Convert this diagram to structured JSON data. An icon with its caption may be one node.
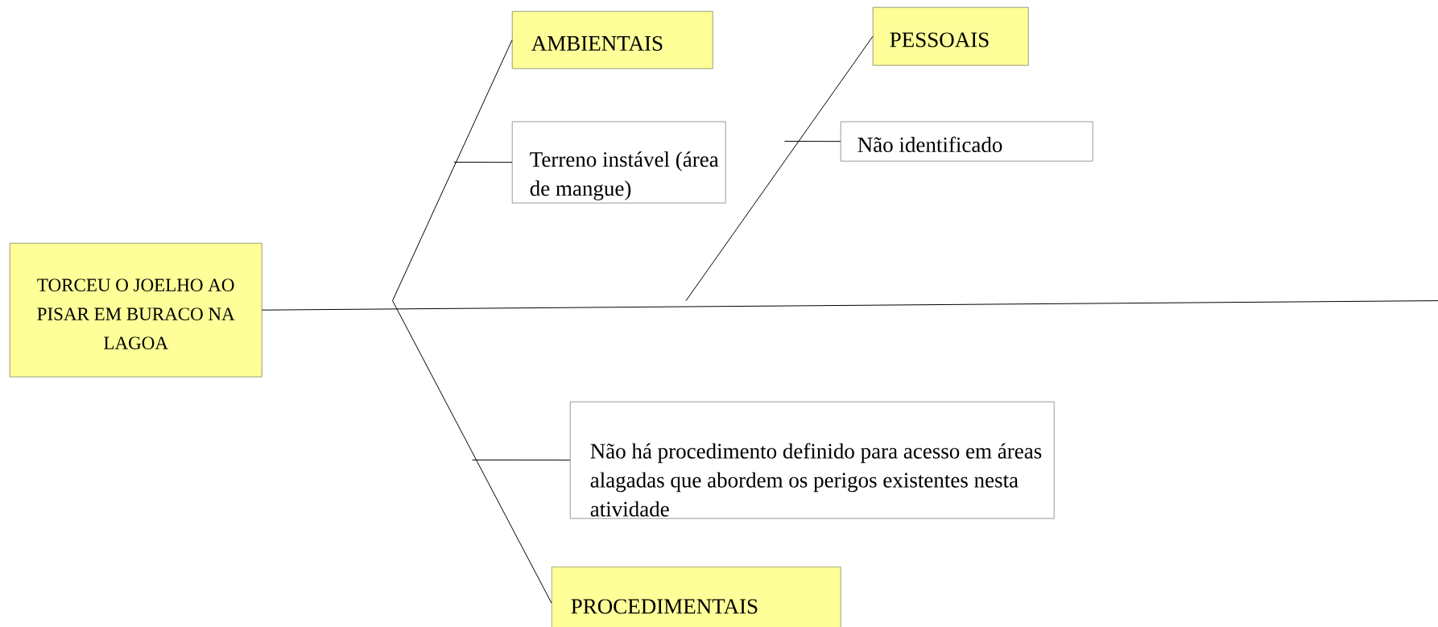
{
  "diagram": {
    "nodes": [
      {
        "text": [
          "TORCEU O JOELHO AO PISAR EM BURACO NA LAGOA"
        ]
      },
      {
        "text": [
          "AMBIENTAIS"
        ]
      },
      {
        "text": [
          "Terreno instável (área de mangue)"
        ]
      },
      {
        "text": [
          "PESSOAIS"
        ]
      },
      {
        "text": [
          "Não identificado"
        ]
      },
      {
        "text": [
          "Não há procedimento definido para acesso em áreas alagadas que abordem os perigos existentes nesta atividade"
        ]
      },
      {
        "text": [
          "PROCEDIMENTAIS"
        ]
      }
    ],
    "edges": [
      {
        "from": 0,
        "to": null,
        "arrow": "none"
      },
      {
        "from": null,
        "to": 1,
        "arrow": "none"
      },
      {
        "from": null,
        "to": 2,
        "arrow": "none"
      },
      {
        "from": null,
        "to": 3,
        "arrow": "none"
      },
      {
        "from": null,
        "to": 4,
        "arrow": "none"
      },
      {
        "from": null,
        "to": 5,
        "arrow": "none"
      },
      {
        "from": null,
        "to": 6,
        "arrow": "none"
      }
    ]
  }
}
